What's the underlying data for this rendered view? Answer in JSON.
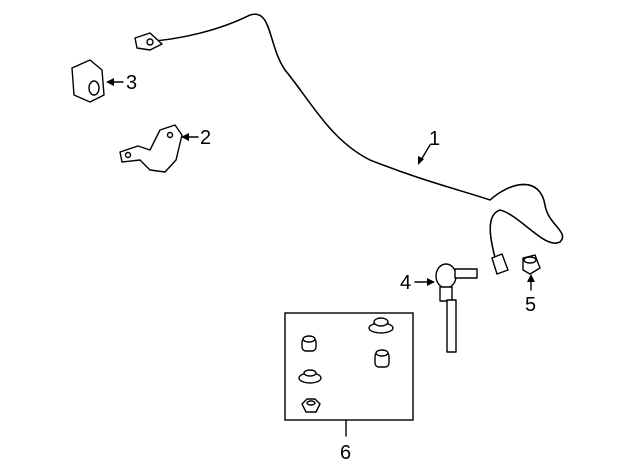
{
  "diagram": {
    "callouts": [
      {
        "number": "1",
        "part": "stabilizer-bar"
      },
      {
        "number": "2",
        "part": "bracket"
      },
      {
        "number": "3",
        "part": "bushing"
      },
      {
        "number": "4",
        "part": "stabilizer-link"
      },
      {
        "number": "5",
        "part": "bushing"
      },
      {
        "number": "6",
        "part": "link-hardware-kit"
      }
    ]
  }
}
